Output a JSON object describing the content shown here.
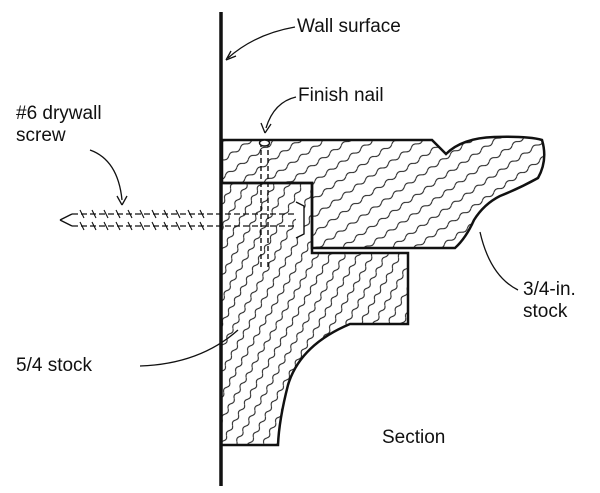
{
  "labels": {
    "wall_surface": "Wall surface",
    "finish_nail": "Finish nail",
    "drywall_screw_line1": "#6 drywall",
    "drywall_screw_line2": "screw",
    "thin_stock_line1": "3/4-in.",
    "thin_stock_line2": "stock",
    "thick_stock": "5/4 stock",
    "section": "Section"
  },
  "colors": {
    "ink": "#111111",
    "paper": "#ffffff"
  }
}
